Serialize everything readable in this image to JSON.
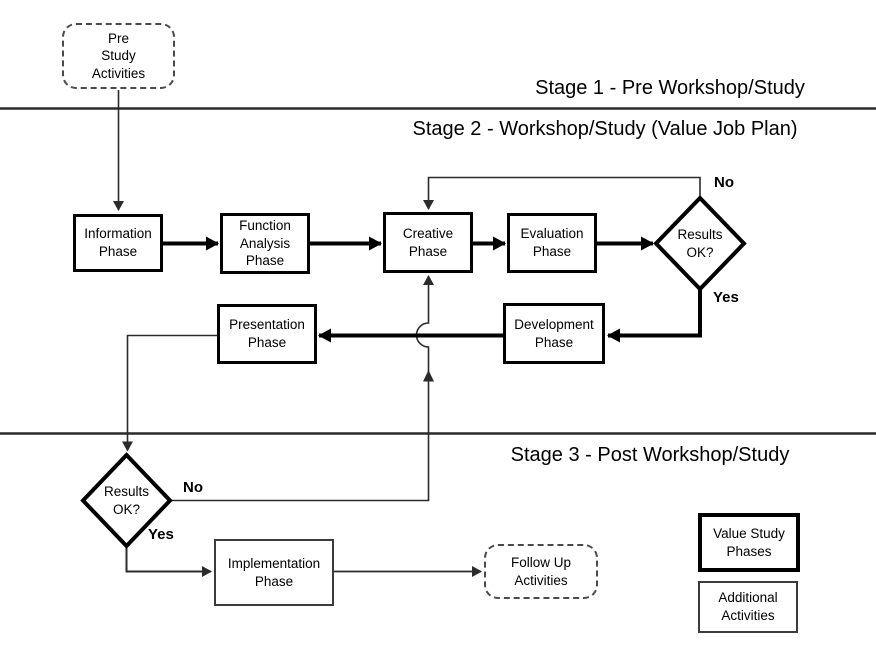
{
  "stage_labels": {
    "stage1": "Stage 1 - Pre Workshop/Study",
    "stage2": "Stage 2 - Workshop/Study (Value Job Plan)",
    "stage3": "Stage 3 - Post Workshop/Study"
  },
  "nodes": {
    "pre_study_activities": {
      "label": "Pre\nStudy\nActivities",
      "kind": "additional-activity"
    },
    "information_phase": {
      "label": "Information\nPhase",
      "kind": "value-study-phase"
    },
    "function_analysis_phase": {
      "label": "Function\nAnalysis\nPhase",
      "kind": "value-study-phase"
    },
    "creative_phase": {
      "label": "Creative\nPhase",
      "kind": "value-study-phase"
    },
    "evaluation_phase": {
      "label": "Evaluation\nPhase",
      "kind": "value-study-phase"
    },
    "results_ok_1": {
      "label": "Results\nOK?",
      "kind": "decision"
    },
    "development_phase": {
      "label": "Development\nPhase",
      "kind": "value-study-phase"
    },
    "presentation_phase": {
      "label": "Presentation\nPhase",
      "kind": "value-study-phase"
    },
    "results_ok_2": {
      "label": "Results\nOK?",
      "kind": "decision"
    },
    "implementation_phase": {
      "label": "Implementation\nPhase",
      "kind": "value-study-phase"
    },
    "follow_up_activities": {
      "label": "Follow Up\nActivities",
      "kind": "additional-activity"
    }
  },
  "branch_labels": {
    "results1_no": "No",
    "results1_yes": "Yes",
    "results2_no": "No",
    "results2_yes": "Yes"
  },
  "legend": {
    "value_study_phases": "Value Study\nPhases",
    "additional_activities": "Additional\nActivities"
  },
  "colors": {
    "background": "#ffffff",
    "text": "#000000",
    "thick_line": "#000000",
    "thin_line": "#2b2b2b",
    "divider_line": "#2a2a2a"
  }
}
